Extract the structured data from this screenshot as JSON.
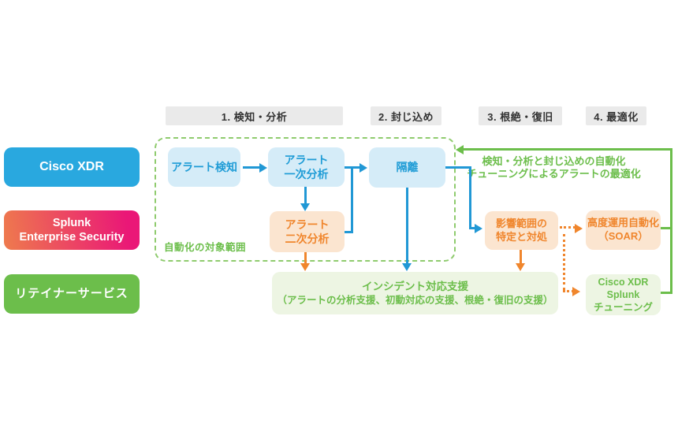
{
  "colors": {
    "cisco_blue": "#29A8DF",
    "splunk_gradient_start": "#EE7B4D",
    "splunk_gradient_end": "#EA1777",
    "green": "#6CBE4B",
    "light_blue_fill": "#D5ECF8",
    "blue_text": "#1F9CD6",
    "blue_arrow": "#2198D5",
    "orange_fill": "#FBE5D0",
    "orange": "#F0862D",
    "light_green_fill": "#EDF5E3",
    "header_gray": "#EAEAEA"
  },
  "phases": [
    "1. 検知・分析",
    "2. 封じ込め",
    "3. 根絶・復旧",
    "4. 最適化"
  ],
  "lanes": {
    "cisco": "Cisco XDR",
    "splunk": {
      "line1": "Splunk",
      "line2": "Enterprise Security"
    },
    "retainer": "リテイナーサービス"
  },
  "nodes": {
    "alert_detection": "アラート検知",
    "alert_primary_analysis": {
      "line1": "アラート",
      "line2": "一次分析"
    },
    "isolation": "隔離",
    "alert_secondary_analysis": {
      "line1": "アラート",
      "line2": "二次分析"
    },
    "impact_scope": {
      "line1": "影響範囲の",
      "line2": "特定と対処"
    },
    "soar": {
      "line1": "高度運用自動化",
      "line2": "（SOAR）"
    },
    "incident_support": {
      "line1": "インシデント対応支援",
      "line2": "（アラートの分析支援、初動対応の支援、根絶・復旧の支援）"
    },
    "tuning": {
      "line1": "Cisco XDR",
      "line2": "Splunk",
      "line3": "チューニング"
    }
  },
  "labels": {
    "automation_scope": "自動化の対象範囲",
    "feedback_note": {
      "line1": "検知・分析と封じ込めの自動化",
      "line2": "チューニングによるアラートの最適化"
    }
  }
}
